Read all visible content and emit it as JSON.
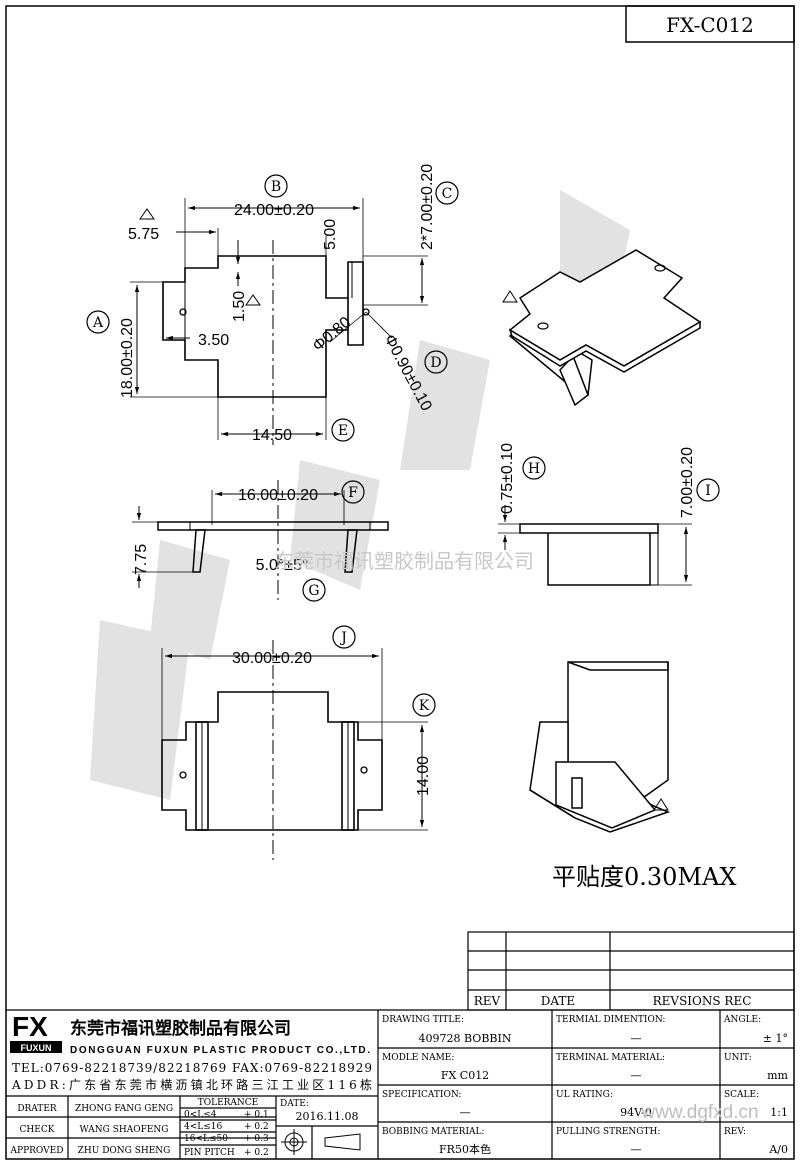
{
  "drawing_no": "FX-C012",
  "dimensions": {
    "B_width": "24.00±0.20",
    "left_tab": "5.75",
    "top_slot": "5.00",
    "C_height": "2*7.00±0.20",
    "A_height": "18.00±0.20",
    "offset_350": "3.50",
    "offset_150": "1.50",
    "hole_080": "Φ0.80",
    "D_pin": "Φ0.90±0.10",
    "E_width": "14.50",
    "F_width": "16.00±0.20",
    "side_775": "7.75",
    "G_angle": "5.0°±5°",
    "H_thick": "0.75±0.10",
    "I_height": "7.00±0.20",
    "J_width": "30.00±0.20",
    "K_height": "14.00"
  },
  "callouts": [
    "A",
    "B",
    "C",
    "D",
    "E",
    "F",
    "G",
    "H",
    "I",
    "J",
    "K"
  ],
  "flatness_note": "平贴度0.30MAX",
  "watermark_text": "东莞市福讯塑胶制品有限公司",
  "revision_table": {
    "headers": [
      "REV",
      "DATE",
      "REVSIONS REC"
    ]
  },
  "company": {
    "logo": "FX",
    "logo_sub": "FUXUN",
    "name_cn": "东莞市福讯塑胶制品有限公司",
    "name_en": "DONGGUAN FUXUN PLASTIC PRODUCT CO.,LTD.",
    "tel": "TEL:0769-82218739/82218769 FAX:0769-82218929",
    "addr": "ADDR:广东省东莞市横沥镇北环路三江工业区116栋"
  },
  "staff": [
    {
      "role": "DRATER",
      "name": "ZHONG FANG GENG"
    },
    {
      "role": "CHECK",
      "name": "WANG SHAOFENG"
    },
    {
      "role": "APPROVED",
      "name": "ZHU DONG SHENG"
    }
  ],
  "tolerance": {
    "title": "TOLERANCE",
    "rows": [
      {
        "range": "0<L≤4",
        "tol": "+ 0.1"
      },
      {
        "range": "4<L≤16",
        "tol": "+ 0.2"
      },
      {
        "range": "16<L≤50",
        "tol": "+ 0.3"
      },
      {
        "range": "PIN PITCH",
        "tol": "+ 0.2"
      }
    ]
  },
  "date": {
    "label": "DATE:",
    "value": "2016.11.08"
  },
  "fields": {
    "drawing_title": {
      "label": "DRAWING TITLE:",
      "value": "409728 BOBBIN"
    },
    "modle_name": {
      "label": "MODLE NAME:",
      "value": "FX C012"
    },
    "specification": {
      "label": "SPECIFICATION:",
      "value": "—"
    },
    "bobbing_material": {
      "label": "BOBBING MATERIAL:",
      "value": "FR50本色"
    },
    "terminal_dimention": {
      "label": "TERMIAL DIMENTION:",
      "value": "—"
    },
    "terminal_material": {
      "label": "TERMINAL MATERIAL:",
      "value": "—"
    },
    "ul_rating": {
      "label": "UL RATING:",
      "value": "94V-0"
    },
    "pulling_strength": {
      "label": "PULLING STRENGTH:",
      "value": "—"
    },
    "angle": {
      "label": "ANGLE:",
      "value": "± 1°"
    },
    "unit": {
      "label": "UNIT:",
      "value": "mm"
    },
    "scale": {
      "label": "SCALE:",
      "value": "1:1"
    },
    "rev": {
      "label": "REV:",
      "value": "A/0"
    }
  },
  "site_watermark": "www.dgfxd.cn",
  "colors": {
    "line": "#000000",
    "watermark": "#d9d9d9"
  }
}
